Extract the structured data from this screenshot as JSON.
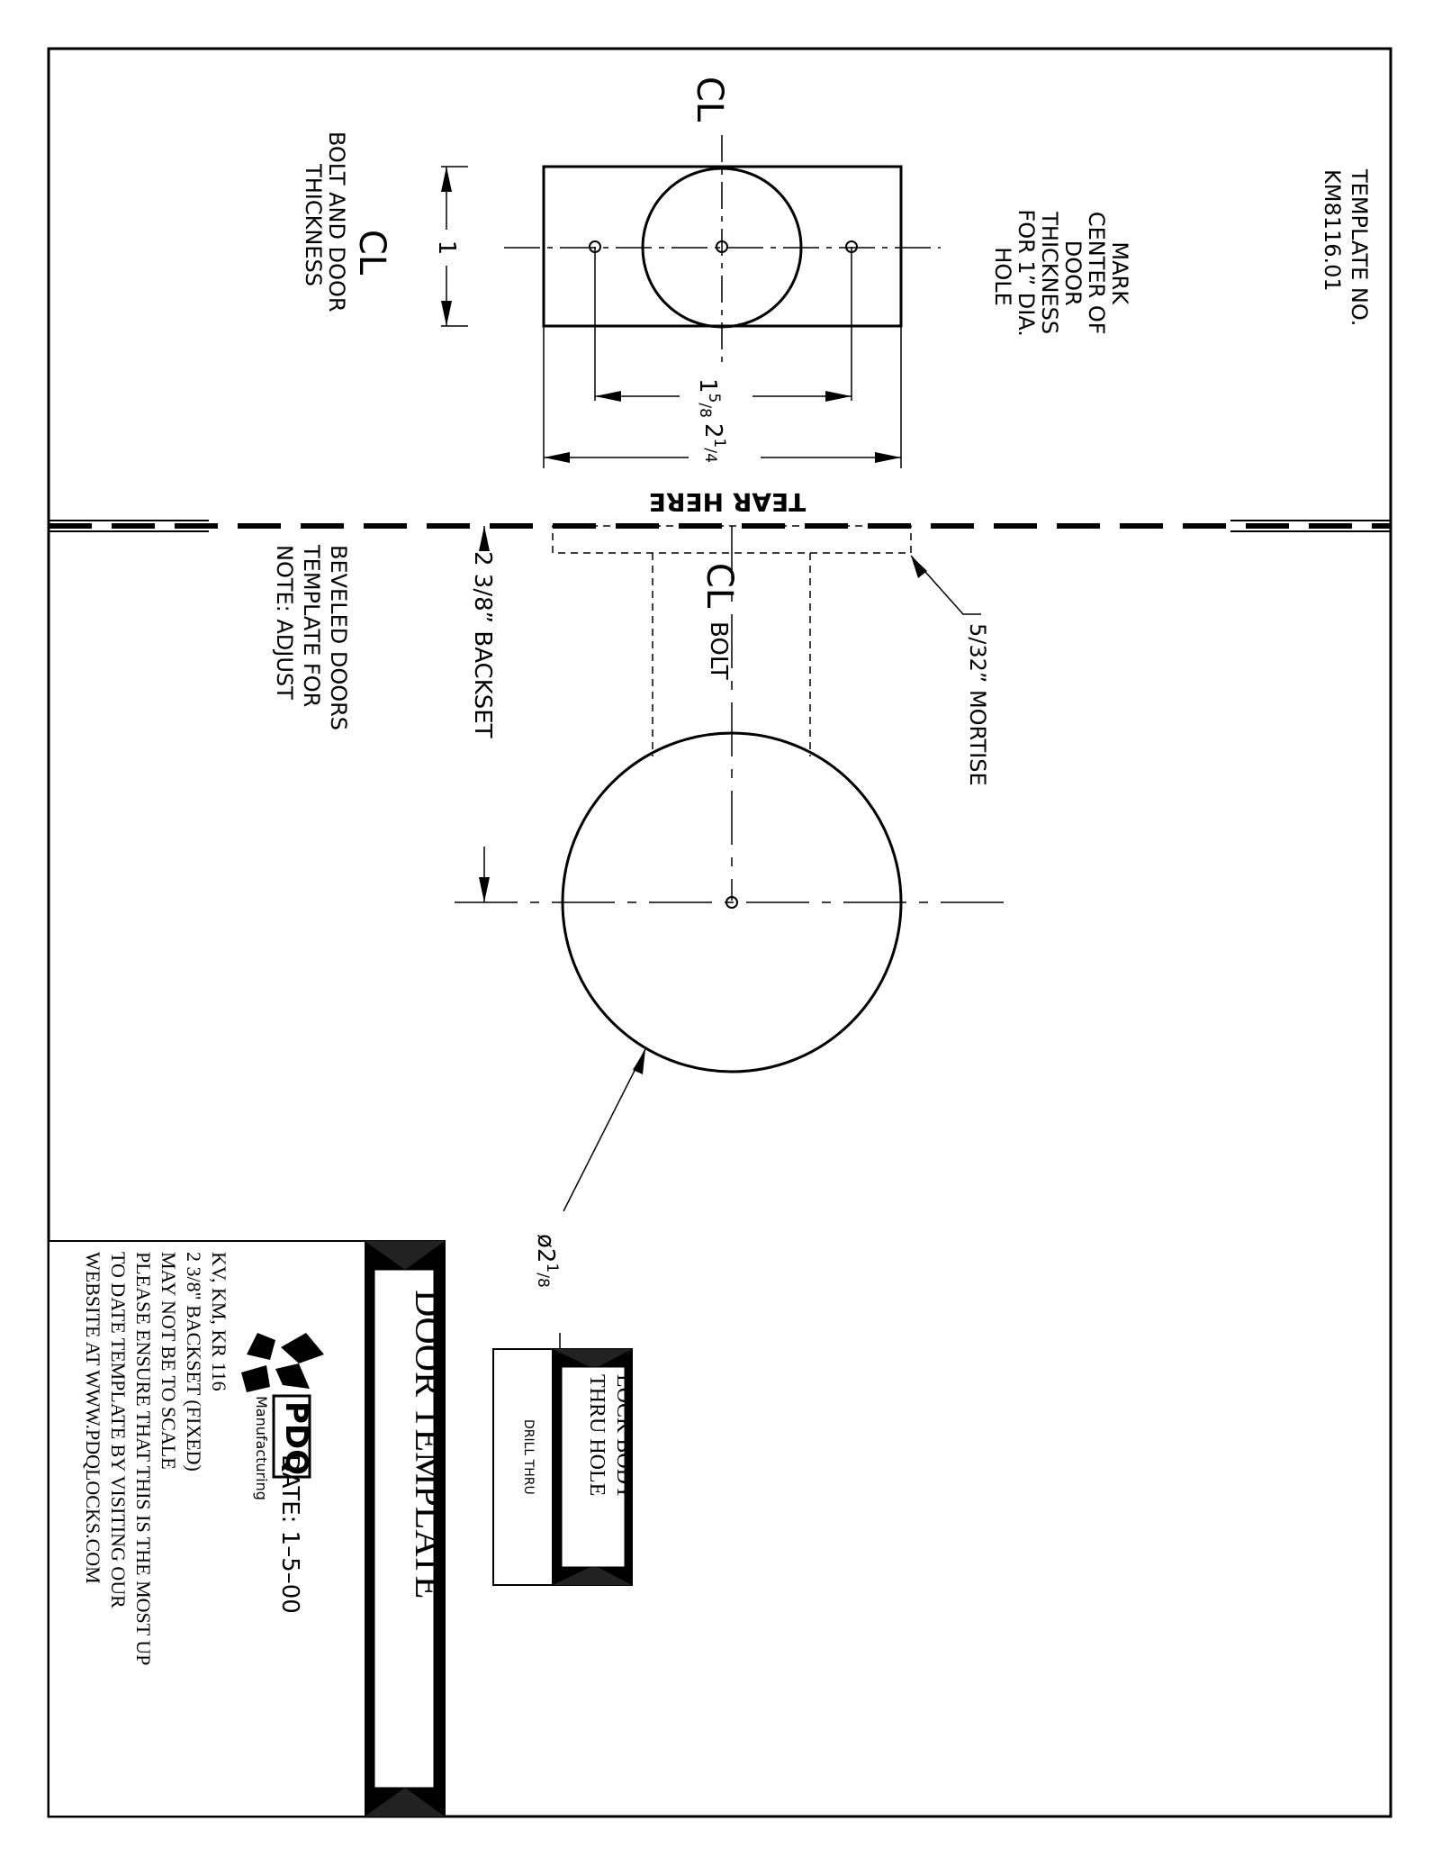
{
  "template": {
    "number_label": "TEMPLATE NO.",
    "number": "KM8116.01"
  },
  "door_center": {
    "lines": [
      "MARK",
      "CENTER OF",
      "DOOR",
      "THICKNESS",
      "FOR 1” DIA.",
      "HOLE"
    ]
  },
  "bolt_center": {
    "symbol": "CL",
    "lines": [
      "BOLT AND DOOR",
      "THICKNESS"
    ]
  },
  "dimensions": {
    "bolt_height": "1",
    "hole_spacing_whole": "1",
    "hole_spacing_frac_num": "5",
    "hole_spacing_frac_den": "8",
    "bolt_width_whole": "2",
    "bolt_width_frac_num": "1",
    "bolt_width_frac_den": "4",
    "backset_left": "2  3/8”  BACKSET",
    "mortise": "5/32”  MORTISE",
    "bore_symbol": "ø",
    "bore_whole": "2",
    "bore_frac_num": "1",
    "bore_frac_den": "8"
  },
  "tear_here": "TEAR  HERE",
  "bolt_label": "BOLT",
  "centerline_symbol": "CL",
  "note": {
    "lines": [
      "NOTE: ADJUST",
      "TEMPLATE FOR",
      "BEVELED DOORS"
    ]
  },
  "lock_body": {
    "title_lines": [
      "LOCK BODY",
      "THRU HOLE"
    ],
    "subtitle": "DRILL THRU"
  },
  "title_block": {
    "title": "DOOR TEMPLATE",
    "date": "DATE:  1–5–00",
    "logo_text": "PDQ",
    "logo_subtext": "Manufacturing",
    "lines": [
      "KV, KM, KR 116",
      "2  3/8\" BACKSET (FIXED)",
      "MAY NOT BE TO SCALE",
      "PLEASE ENSURE THAT THIS IS THE MOST UP",
      "TO DATE TEMPLATE BY VISITING OUR",
      "WEBSITE AT WWW.PDQLOCKS.COM"
    ]
  },
  "colors": {
    "ink": "#000000",
    "paper": "#ffffff"
  }
}
